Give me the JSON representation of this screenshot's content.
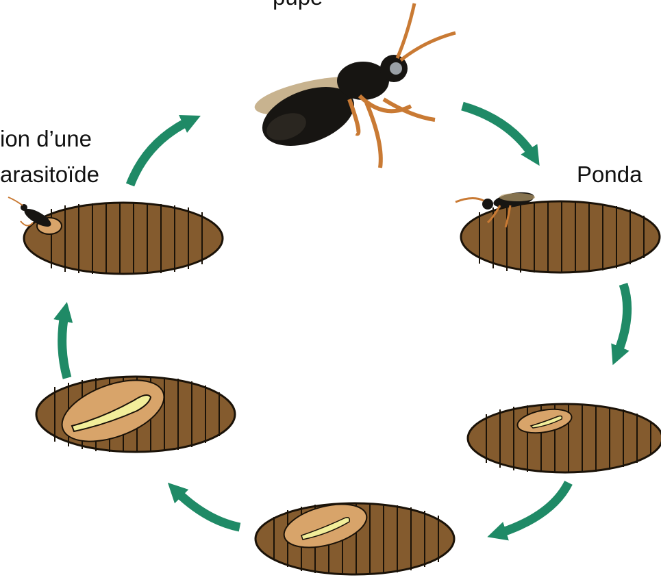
{
  "labels": {
    "top": "pupe",
    "left_line1": "ion d’une",
    "left_line2": "arasitoïde",
    "right": "Ponda"
  },
  "colors": {
    "arrow": "#1f8a66",
    "pupa_fill": "#845b2e",
    "pupa_outline": "#1a1208",
    "chamber": "#d8a46a",
    "larva": "#f2ee9a",
    "wasp_body": "#171512",
    "wasp_leg": "#c97a34",
    "wasp_wing": "#b59a6a"
  },
  "icons": {
    "adult": "parasitoid-wasp-icon",
    "pupa": "host-pupa-icon",
    "larva": "parasitoid-larva-icon",
    "arrow": "cycle-arrow-icon"
  }
}
